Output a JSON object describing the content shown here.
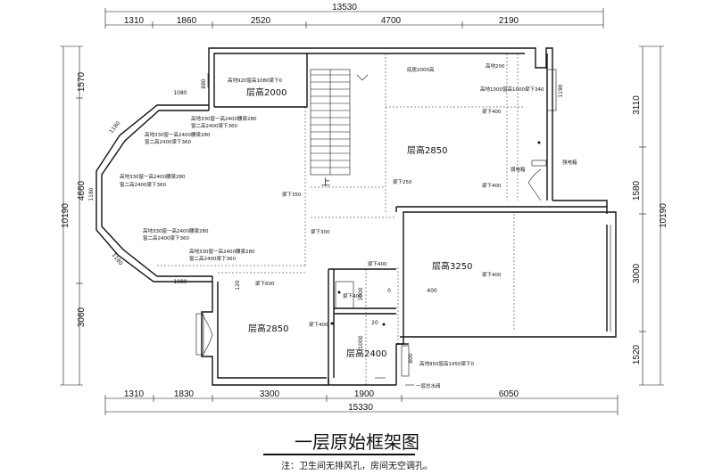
{
  "title": "一层原始框架图",
  "note": "注：卫生间无排风孔，房间无空调孔。",
  "dims_top": {
    "total": "13530",
    "segments": [
      "1310",
      "1860",
      "2520",
      "4700",
      "2190"
    ]
  },
  "dims_bottom": {
    "total": "15330",
    "segments": [
      "1310",
      "1830",
      "3300",
      "1900",
      "6050"
    ]
  },
  "dims_left": {
    "total": "10190",
    "segments": [
      "1570",
      "4660",
      "3060"
    ]
  },
  "dims_right": {
    "total": "10190",
    "segments": [
      "3110",
      "1580",
      "3000",
      "1520"
    ]
  },
  "rooms": {
    "r2000": "层高2000",
    "r2850_top": "层高2850",
    "r3250": "层高3250",
    "r2850_bottom": "层高2850",
    "r2400": "层高2400"
  },
  "stair_label": "上",
  "annotations": {
    "win_top": "高地920窗高1080梁下0",
    "bay1": "高地330窗一高2400腰梁280",
    "bay1b": "窗二高2400梁下360",
    "bay2": "高地330窗一高2400腰梁280",
    "bay2b": "窗二高2400梁下360",
    "bay3": "高地330窗一高2400腰梁280",
    "bay3b": "窗二高2400梁下360",
    "bay4": "高地330窗一高2400腰梁280",
    "bay4b": "窗二高2400梁下360",
    "bay5": "高地330窗一高2400腰梁280",
    "bay5b": "窗二高2400梁下360",
    "top_right1": "高地200",
    "top_right2": "高地1000窗高1000梁下340",
    "beam_2000": "底居2000高",
    "beam400a": "梁下400",
    "beam400b": "梁下400",
    "beam400c": "梁下400",
    "beam400d": "梁下400",
    "beam400e": "梁下400",
    "beam400f": "梁下400",
    "beam350": "梁下350",
    "beam250": "梁下250",
    "beam300": "梁下300",
    "beam600": "梁下600",
    "meter_weak": "弱电箱",
    "meter_strong": "强电箱",
    "win_bottom": "高地950窗高1450梁下0",
    "water": "一层总水阀",
    "d880": "880",
    "d1080a": "1080",
    "d1080b": "1080",
    "d1180a": "1180",
    "d1180b": "1180",
    "d1180c": "1180",
    "d1190": "1190",
    "d120": "120",
    "d1000a": "1000",
    "d1000b": "1000",
    "d20": "20",
    "d800": "800",
    "d400": "400",
    "d0": "0"
  }
}
